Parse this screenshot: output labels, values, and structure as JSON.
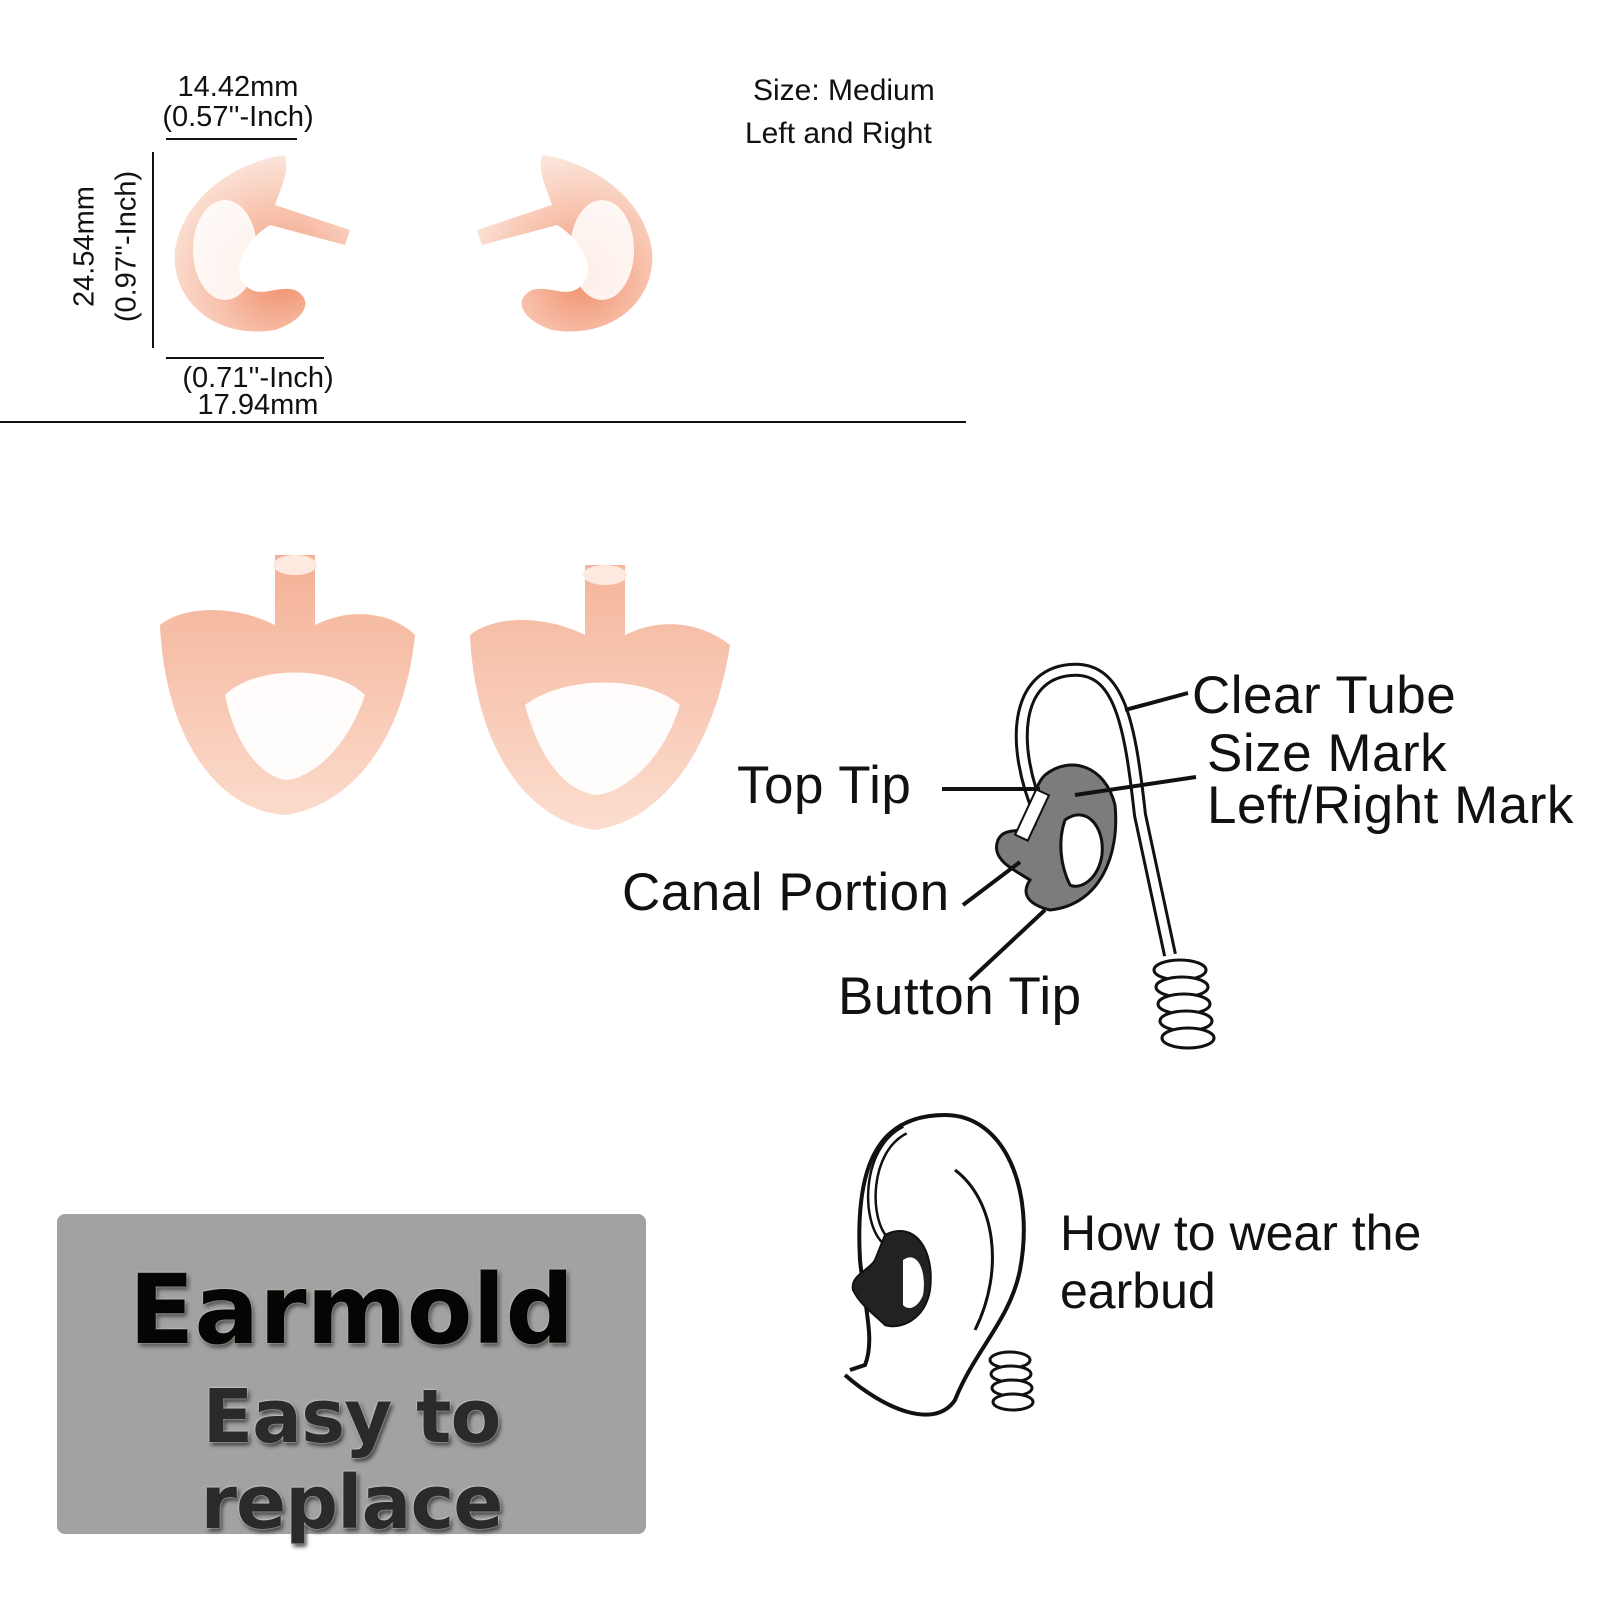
{
  "dimensions": {
    "top_width_mm": "14.42mm",
    "top_width_in": "(0.57''-Inch)",
    "height_mm": "24.54mm",
    "height_in": "(0.97''-Inch)",
    "bottom_width_in": "(0.71''-Inch)",
    "bottom_width_mm": "17.94mm"
  },
  "info": {
    "size": "Size: Medium",
    "sides": "Left and Right"
  },
  "diagram": {
    "labels": {
      "clear_tube": "Clear Tube",
      "size_mark": "Size Mark",
      "left_right_mark": "Left/Right Mark",
      "top_tip": "Top Tip",
      "canal_portion": "Canal Portion",
      "button_tip": "Button Tip"
    }
  },
  "wear": {
    "line1": "How to wear the",
    "line2": "earbud"
  },
  "banner": {
    "title": "Earmold",
    "subtitle": "Easy to replace"
  },
  "colors": {
    "earmold_peach": "#f6b49a",
    "earmold_deep": "#ee7d52",
    "banner_gray": "#a2a2a2",
    "diagram_gray": "#7c7c7c"
  }
}
